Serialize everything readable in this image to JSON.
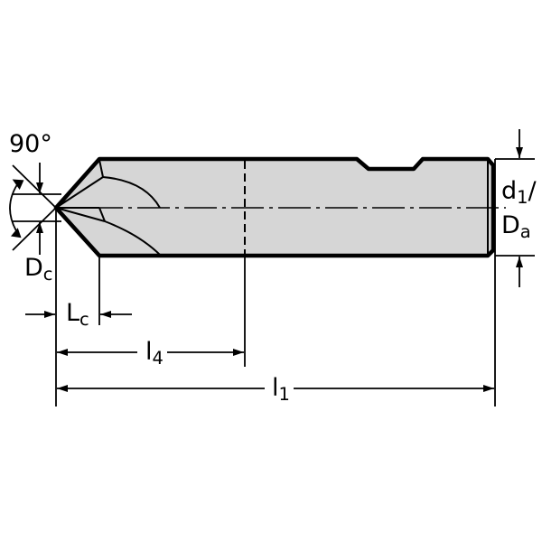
{
  "drawing": {
    "subject": "spot drill / countersink tool",
    "colors": {
      "body_fill": "#d6d6d6",
      "line": "#000000",
      "background": "#ffffff"
    }
  },
  "labels": {
    "angle": {
      "text": "90°"
    },
    "dc": {
      "main": "D",
      "sub": "c"
    },
    "lc": {
      "main": "L",
      "sub": "c"
    },
    "l4": {
      "main": "l",
      "sub": "4"
    },
    "l1": {
      "main": "l",
      "sub": "1"
    },
    "d1": {
      "main": "d",
      "sub": "1",
      "suffix": "/"
    },
    "da": {
      "main": "D",
      "sub": "a"
    }
  }
}
